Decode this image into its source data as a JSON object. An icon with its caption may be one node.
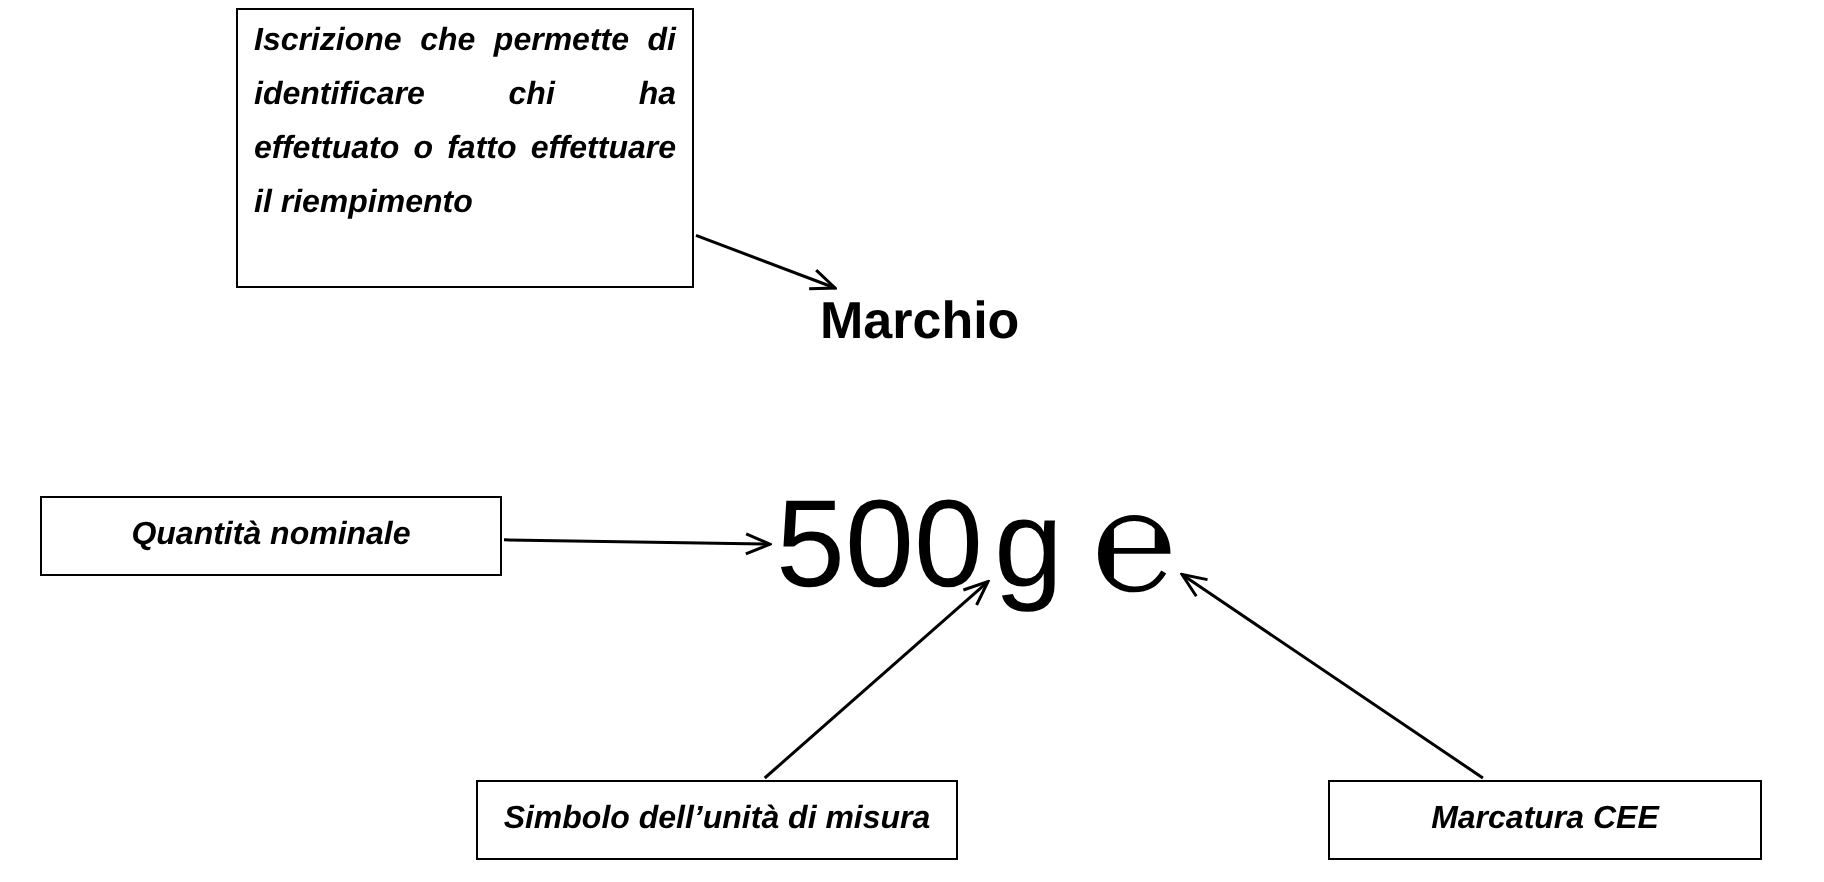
{
  "diagram": {
    "nodes": [
      {
        "text": [
          "Iscrizione che permette di identificare chi ha effettuato o fatto effettuare il riempimento"
        ]
      },
      {
        "text": [
          "Marchio"
        ]
      },
      {
        "text": [
          "Quantità nominale"
        ]
      },
      {
        "text": [
          "500"
        ]
      },
      {
        "text": [
          "g"
        ]
      },
      {
        "text": [
          "℮"
        ]
      },
      {
        "text": [
          "Simbolo dell’unità di misura"
        ]
      },
      {
        "text": [
          "Marcatura CEE"
        ]
      }
    ],
    "edges": [
      {
        "from": 0,
        "to": 1,
        "arrow": "to"
      },
      {
        "from": 2,
        "to": 3,
        "arrow": "to"
      },
      {
        "from": 6,
        "to": 4,
        "arrow": "to"
      },
      {
        "from": 7,
        "to": 5,
        "arrow": "to"
      }
    ]
  }
}
